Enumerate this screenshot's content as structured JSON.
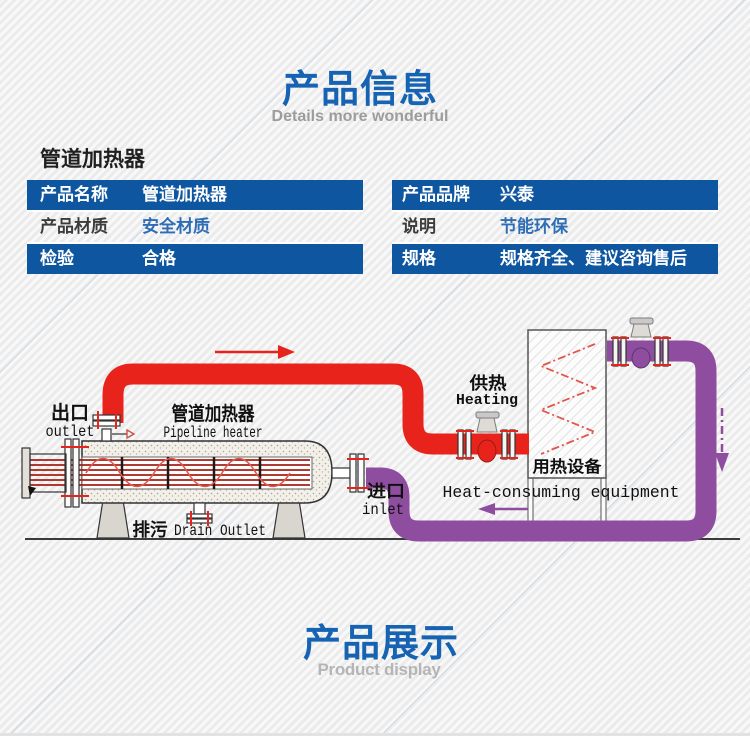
{
  "colors": {
    "accent_blue": "#1563b2",
    "table_row_blue": "#0e56a0",
    "hot_pipe_red": "#e8231c",
    "return_pipe_purple": "#8f4da0"
  },
  "header": {
    "title": "产品信息",
    "subtitle": "Details more wonderful"
  },
  "intro": {
    "heading": "管道加热器"
  },
  "spec_tables": {
    "left": {
      "rows": [
        {
          "label": "产品名称",
          "value": "管道加热器"
        },
        {
          "label": "产品材质",
          "value": "安全材质"
        },
        {
          "label": "检验",
          "value": "合格"
        }
      ]
    },
    "right": {
      "rows": [
        {
          "label": "产品品牌",
          "value": "兴泰"
        },
        {
          "label": "说明",
          "value": "节能环保"
        },
        {
          "label": "规格",
          "value": "规格齐全、建议咨询售后"
        }
      ]
    }
  },
  "diagram": {
    "outlet_cn": "出口",
    "outlet_en": "outlet",
    "heater_cn": "管道加热器",
    "heater_en": "Pipeline heater",
    "drain_cn": "排污",
    "drain_en": "Drain Outlet",
    "heating_cn": "供热",
    "heating_en": "Heating",
    "inlet_cn": "进口",
    "inlet_en": "inlet",
    "equipment_cn": "用热设备",
    "equipment_en": "Heat-consuming equipment"
  },
  "footer": {
    "title": "产品展示",
    "subtitle": "Product display"
  }
}
